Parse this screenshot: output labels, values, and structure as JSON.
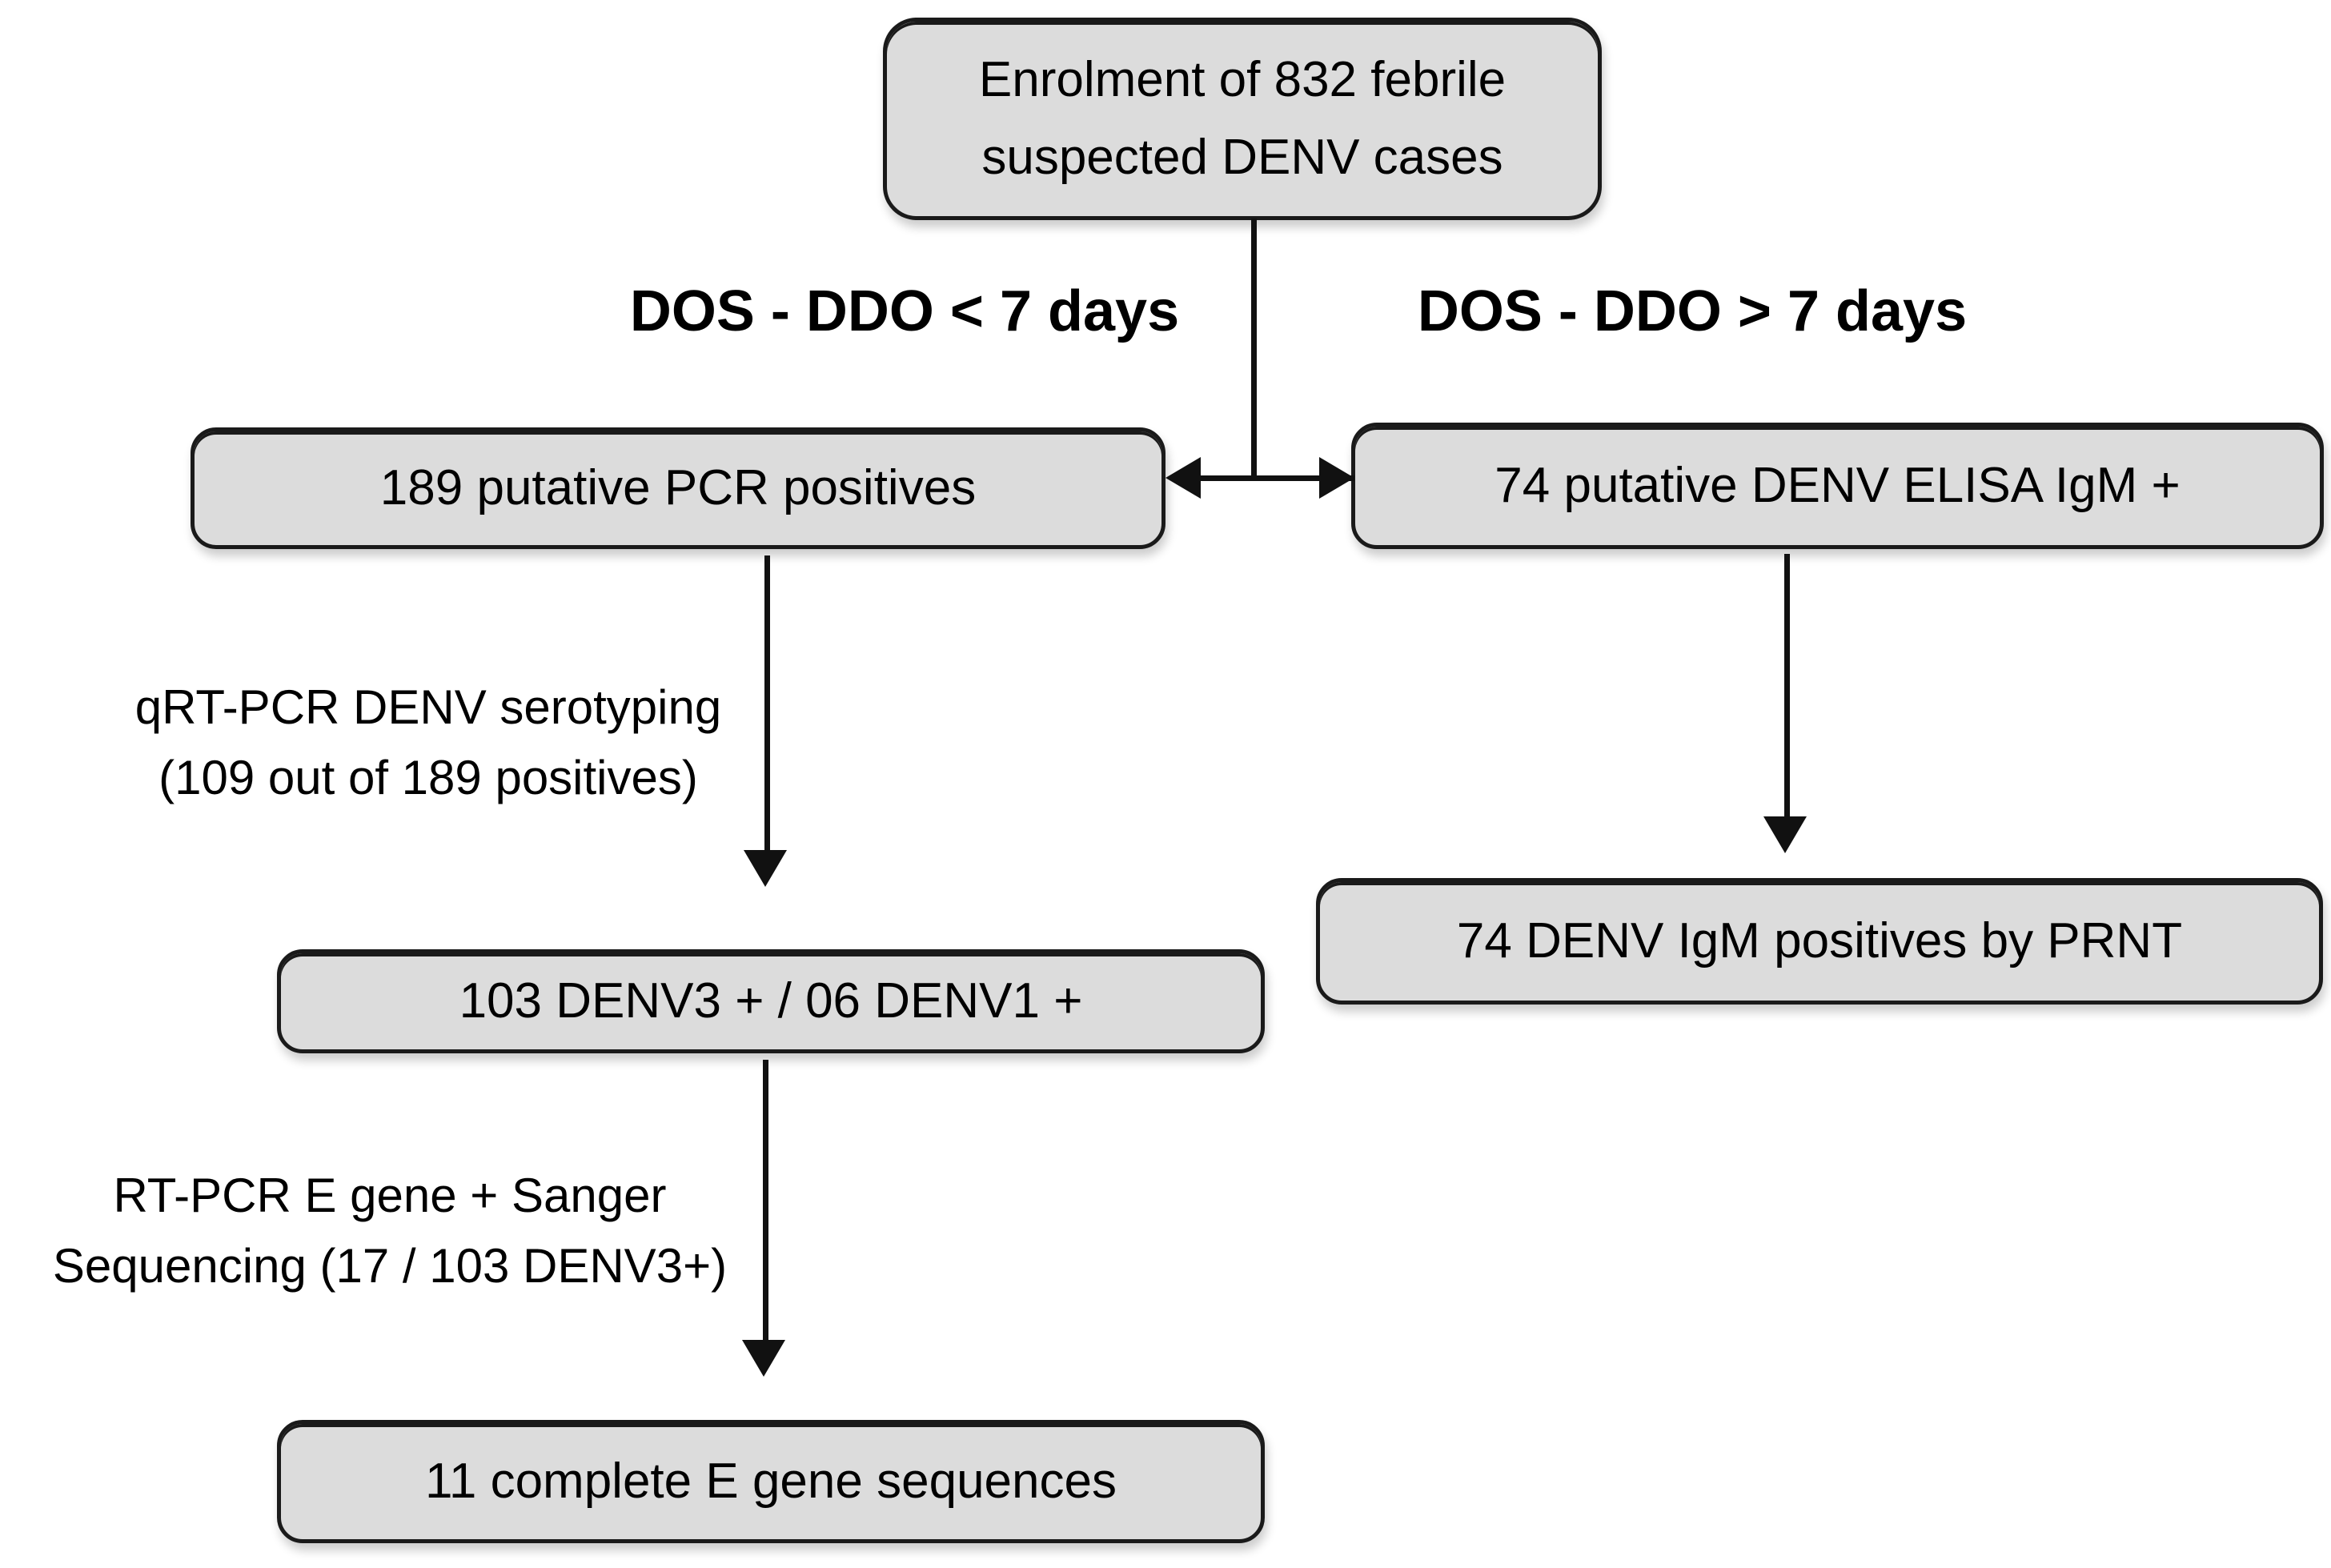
{
  "figure": {
    "type": "flowchart",
    "background_color": "#ffffff",
    "box_fill_color": "#dcdcdc",
    "box_border_color": "#1a1a1a",
    "text_color": "#000000"
  },
  "nodes": {
    "enrolment": "Enrolment of 832 febrile suspected DENV cases",
    "pcr_positives": "189 putative PCR positives",
    "elisa_igm_positives": "74 putative DENV ELISA IgM +",
    "serotyping_result": "103 DENV3 + / 06 DENV1 +",
    "prnt_result": "74 DENV IgM positives by PRNT",
    "e_gene_sequences": "11 complete E gene sequences"
  },
  "branch_labels": {
    "left": "DOS - DDO < 7 days",
    "right": "DOS - DDO > 7 days"
  },
  "edge_labels": {
    "serotyping": {
      "line1": "qRT-PCR DENV serotyping",
      "line2": "(109 out of 189 positives)"
    },
    "sequencing": {
      "line1": "RT-PCR E gene + Sanger",
      "line2": "Sequencing (17 / 103 DENV3+)"
    }
  }
}
